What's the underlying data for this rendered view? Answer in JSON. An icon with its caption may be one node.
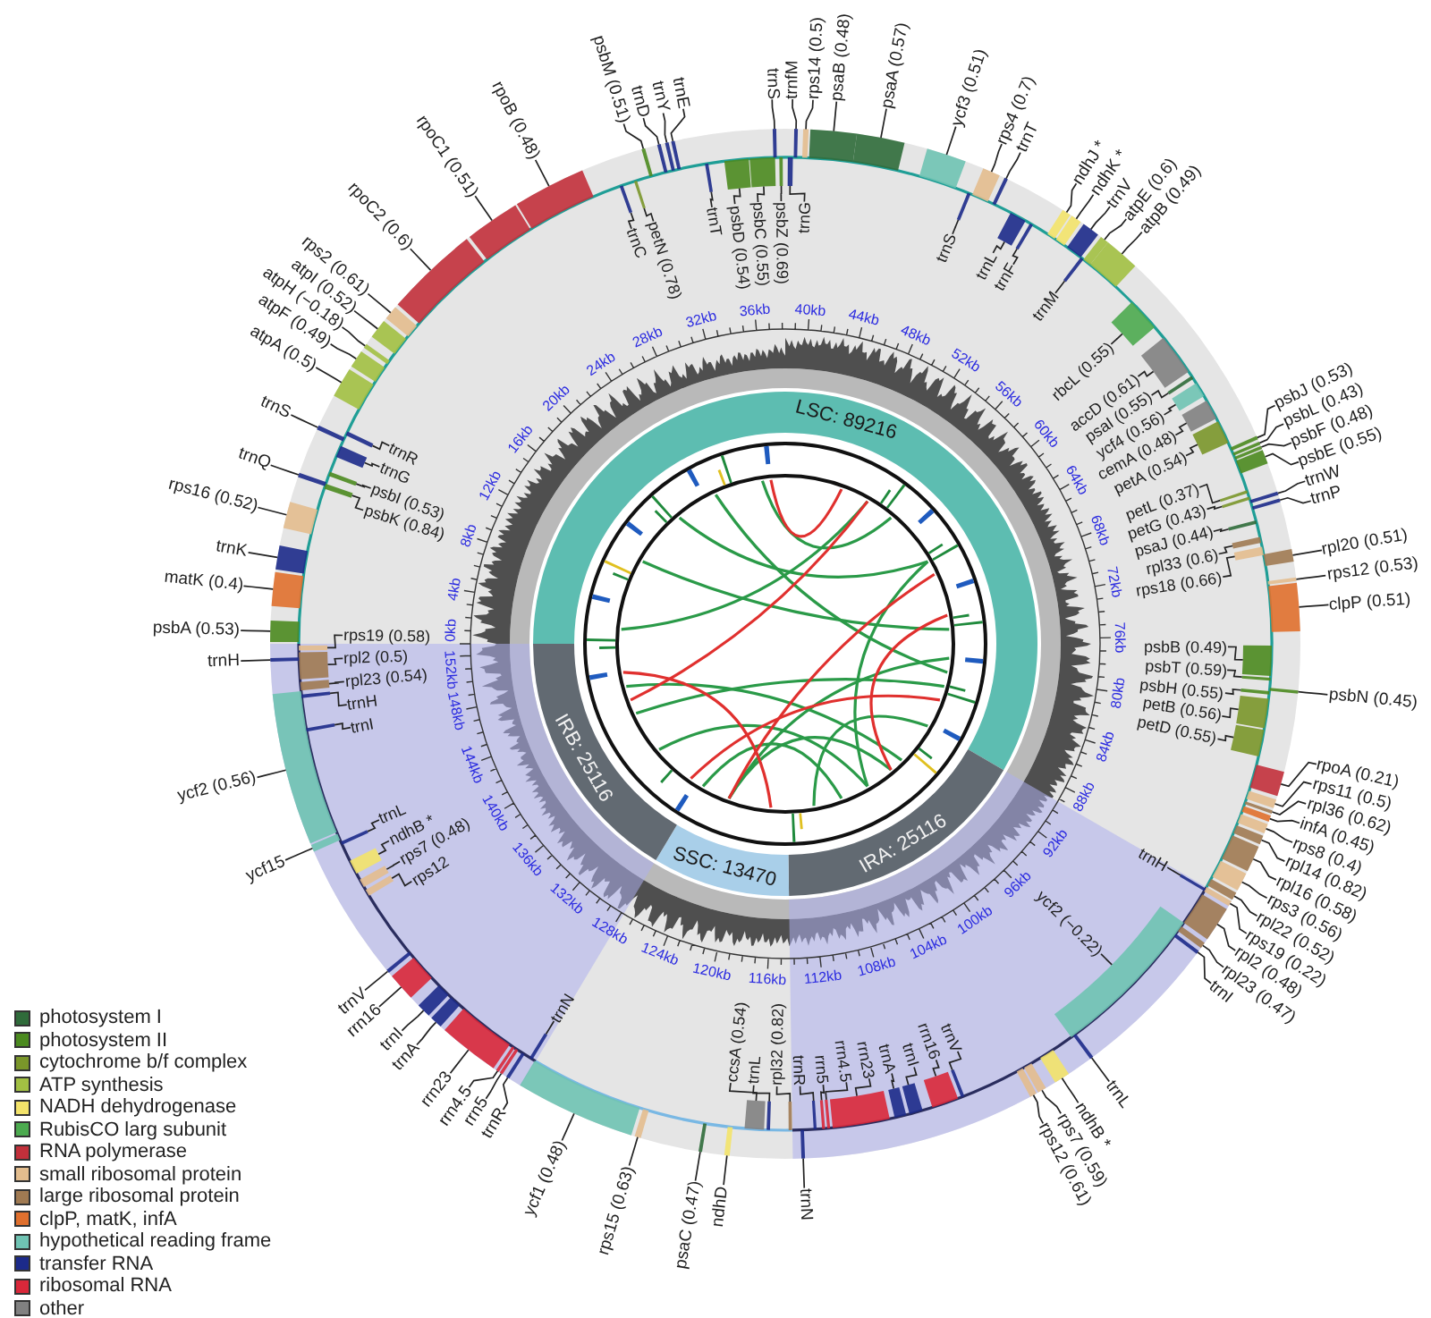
{
  "diagram": {
    "nodes": [
      {
        "text": [
          "LSC: 89216"
        ]
      },
      {
        "text": [
          "IRA: 25116"
        ]
      },
      {
        "text": [
          "SSC: 13470"
        ]
      },
      {
        "text": [
          "IRB: 25116"
        ]
      },
      {
        "text": [
          "psbA (0.53)"
        ]
      },
      {
        "text": [],
        "shape": "bar"
      },
      {
        "text": [
          "matK (0.4)"
        ]
      },
      {
        "text": [],
        "shape": "bar"
      },
      {
        "text": [
          "trnK"
        ]
      },
      {
        "text": [],
        "shape": "bar"
      },
      {
        "text": [
          "rps16 (0.52)"
        ]
      },
      {
        "text": [],
        "shape": "bar"
      },
      {
        "text": [
          "trnQ"
        ]
      },
      {
        "text": [],
        "shape": "bar"
      },
      {
        "text": [
          "psbK (0.84)"
        ]
      },
      {
        "text": [],
        "shape": "bar"
      },
      {
        "text": [
          "psbI (0.53)"
        ]
      },
      {
        "text": [],
        "shape": "bar"
      },
      {
        "text": [
          "trnG"
        ]
      },
      {
        "text": [],
        "shape": "bar"
      },
      {
        "text": [
          "trnS"
        ]
      },
      {
        "text": [],
        "shape": "bar"
      },
      {
        "text": [
          "trnR"
        ]
      },
      {
        "text": [],
        "shape": "bar"
      },
      {
        "text": [
          "atpA (0.5)"
        ]
      },
      {
        "text": [],
        "shape": "bar"
      },
      {
        "text": [
          "atpF (0.49)"
        ]
      },
      {
        "text": [],
        "shape": "bar"
      },
      {
        "text": [
          "atpH (−0.18)"
        ]
      },
      {
        "text": [],
        "shape": "bar"
      },
      {
        "text": [
          "atpI (0.52)"
        ]
      },
      {
        "text": [],
        "shape": "bar"
      },
      {
        "text": [
          "rps2 (0.61)"
        ]
      },
      {
        "text": [],
        "shape": "bar"
      },
      {
        "text": [
          "rpoC2 (0.6)"
        ]
      },
      {
        "text": [],
        "shape": "bar"
      },
      {
        "text": [
          "rpoC1 (0.51)"
        ]
      },
      {
        "text": [],
        "shape": "bar"
      },
      {
        "text": [
          "rpoB (0.48)"
        ]
      },
      {
        "text": [],
        "shape": "bar"
      },
      {
        "text": [
          "trnC"
        ]
      },
      {
        "text": [],
        "shape": "bar"
      },
      {
        "text": [
          "petN (0.78)"
        ]
      },
      {
        "text": [],
        "shape": "bar"
      },
      {
        "text": [
          "psbM (0.51)"
        ]
      },
      {
        "text": [],
        "shape": "bar"
      },
      {
        "text": [
          "trnD"
        ]
      },
      {
        "text": [],
        "shape": "bar"
      },
      {
        "text": [
          "trnY"
        ]
      },
      {
        "text": [],
        "shape": "bar"
      },
      {
        "text": [
          "trnE"
        ]
      },
      {
        "text": [],
        "shape": "bar"
      },
      {
        "text": [
          "trnT"
        ]
      },
      {
        "text": [],
        "shape": "bar"
      },
      {
        "text": [
          "psbD (0.54)"
        ]
      },
      {
        "text": [],
        "shape": "bar"
      },
      {
        "text": [
          "psbC (0.55)"
        ]
      },
      {
        "text": [],
        "shape": "bar"
      },
      {
        "text": [
          "trnS"
        ]
      },
      {
        "text": [],
        "shape": "bar"
      },
      {
        "text": [
          "psbZ (0.69)"
        ]
      },
      {
        "text": [],
        "shape": "bar"
      },
      {
        "text": [
          "trnG"
        ]
      },
      {
        "text": [],
        "shape": "bar"
      },
      {
        "text": [
          "trnfM"
        ]
      },
      {
        "text": [],
        "shape": "bar"
      },
      {
        "text": [
          "rps14 (0.5)"
        ]
      },
      {
        "text": [],
        "shape": "bar"
      },
      {
        "text": [
          "psaB (0.48)"
        ]
      },
      {
        "text": [],
        "shape": "bar"
      },
      {
        "text": [
          "psaA (0.57)"
        ]
      },
      {
        "text": [],
        "shape": "bar"
      },
      {
        "text": [
          "ycf3 (0.51)"
        ]
      },
      {
        "text": [],
        "shape": "bar"
      },
      {
        "text": [
          "trnS"
        ]
      },
      {
        "text": [],
        "shape": "bar"
      },
      {
        "text": [
          "rps4 (0.7)"
        ]
      },
      {
        "text": [],
        "shape": "bar"
      },
      {
        "text": [
          "trnT"
        ]
      },
      {
        "text": [],
        "shape": "bar"
      },
      {
        "text": [
          "trnL"
        ]
      },
      {
        "text": [],
        "shape": "bar"
      },
      {
        "text": [
          "trnF"
        ]
      },
      {
        "text": [],
        "shape": "bar"
      },
      {
        "text": [
          "ndhJ *"
        ]
      },
      {
        "text": [],
        "shape": "bar"
      },
      {
        "text": [
          "ndhK *"
        ]
      },
      {
        "text": [],
        "shape": "bar"
      },
      {
        "text": [
          "trnV"
        ]
      },
      {
        "text": [],
        "shape": "bar"
      },
      {
        "text": [
          "trnM"
        ]
      },
      {
        "text": [],
        "shape": "bar"
      },
      {
        "text": [
          "atpE (0.6)"
        ]
      },
      {
        "text": [],
        "shape": "bar"
      },
      {
        "text": [
          "atpB (0.49)"
        ]
      },
      {
        "text": [],
        "shape": "bar"
      },
      {
        "text": [
          "rbcL (0.55)"
        ]
      },
      {
        "text": [],
        "shape": "bar"
      },
      {
        "text": [
          "accD (0.61)"
        ]
      },
      {
        "text": [],
        "shape": "bar"
      },
      {
        "text": [
          "psaI (0.55)"
        ]
      },
      {
        "text": [],
        "shape": "bar"
      },
      {
        "text": [
          "ycf4 (0.56)"
        ]
      },
      {
        "text": [],
        "shape": "bar"
      },
      {
        "text": [
          "cemA (0.48)"
        ]
      },
      {
        "text": [],
        "shape": "bar"
      },
      {
        "text": [
          "petA (0.54)"
        ]
      },
      {
        "text": [],
        "shape": "bar"
      },
      {
        "text": [
          "psbJ (0.53)"
        ]
      },
      {
        "text": [],
        "shape": "bar"
      },
      {
        "text": [
          "psbL (0.43)"
        ]
      },
      {
        "text": [],
        "shape": "bar"
      },
      {
        "text": [
          "psbF (0.48)"
        ]
      },
      {
        "text": [],
        "shape": "bar"
      },
      {
        "text": [
          "psbE (0.55)"
        ]
      },
      {
        "text": [],
        "shape": "bar"
      },
      {
        "text": [
          "petL (0.37)"
        ]
      },
      {
        "text": [],
        "shape": "bar"
      },
      {
        "text": [
          "petG (0.43)"
        ]
      },
      {
        "text": [],
        "shape": "bar"
      },
      {
        "text": [
          "trnW"
        ]
      },
      {
        "text": [],
        "shape": "bar"
      },
      {
        "text": [
          "trnP"
        ]
      },
      {
        "text": [],
        "shape": "bar"
      },
      {
        "text": [
          "psaJ (0.44)"
        ]
      },
      {
        "text": [],
        "shape": "bar"
      },
      {
        "text": [
          "rpl33 (0.6)"
        ]
      },
      {
        "text": [],
        "shape": "bar"
      },
      {
        "text": [
          "rps18 (0.66)"
        ]
      },
      {
        "text": [],
        "shape": "bar"
      },
      {
        "text": [
          "rpl20 (0.51)"
        ]
      },
      {
        "text": [],
        "shape": "bar"
      },
      {
        "text": [
          "rps12 (0.53)"
        ]
      },
      {
        "text": [],
        "shape": "bar"
      },
      {
        "text": [
          "clpP (0.51)"
        ]
      },
      {
        "text": [],
        "shape": "bar"
      },
      {
        "text": [
          "psbB (0.49)"
        ]
      },
      {
        "text": [],
        "shape": "bar"
      },
      {
        "text": [
          "psbT (0.59)"
        ]
      },
      {
        "text": [],
        "shape": "bar"
      },
      {
        "text": [
          "psbN (0.45)"
        ]
      },
      {
        "text": [],
        "shape": "bar"
      },
      {
        "text": [
          "psbH (0.55)"
        ]
      },
      {
        "text": [],
        "shape": "bar"
      },
      {
        "text": [
          "petB (0.56)"
        ]
      },
      {
        "text": [],
        "shape": "bar"
      },
      {
        "text": [
          "petD (0.55)"
        ]
      },
      {
        "text": [],
        "shape": "bar"
      },
      {
        "text": [
          "rpoA (0.21)"
        ]
      },
      {
        "text": [],
        "shape": "bar"
      },
      {
        "text": [
          "rps11 (0.5)"
        ]
      },
      {
        "text": [],
        "shape": "bar"
      },
      {
        "text": [
          "rpl36 (0.62)"
        ]
      },
      {
        "text": [],
        "shape": "bar"
      },
      {
        "text": [
          "infA (0.45)"
        ]
      },
      {
        "text": [],
        "shape": "bar"
      },
      {
        "text": [
          "rps8 (0.4)"
        ]
      },
      {
        "text": [],
        "shape": "bar"
      },
      {
        "text": [
          "rpl14 (0.82)"
        ]
      },
      {
        "text": [],
        "shape": "bar"
      },
      {
        "text": [
          "rpl16 (0.58)"
        ]
      },
      {
        "text": [],
        "shape": "bar"
      },
      {
        "text": [
          "rps3 (0.56)"
        ]
      },
      {
        "text": [],
        "shape": "bar"
      },
      {
        "text": [
          "rpl22 (0.52)"
        ]
      },
      {
        "text": [],
        "shape": "bar"
      },
      {
        "text": [
          "rps19 (0.22)"
        ]
      },
      {
        "text": [],
        "shape": "bar"
      },
      {
        "text": [
          "trnH"
        ]
      },
      {
        "text": [],
        "shape": "bar"
      },
      {
        "text": [
          "rpl2 (0.48)"
        ]
      },
      {
        "text": [],
        "shape": "bar"
      },
      {
        "text": [
          "rpl23 (0.47)"
        ]
      },
      {
        "text": [],
        "shape": "bar"
      },
      {
        "text": [
          "trnI"
        ]
      },
      {
        "text": [],
        "shape": "bar"
      },
      {
        "text": [
          "ycf2 (−0.22)"
        ]
      },
      {
        "text": [],
        "shape": "bar"
      },
      {
        "text": [
          "trnL"
        ]
      },
      {
        "text": [],
        "shape": "bar"
      },
      {
        "text": [
          "ndhB *"
        ]
      },
      {
        "text": [],
        "shape": "bar"
      },
      {
        "text": [
          "rps7 (0.59)"
        ]
      },
      {
        "text": [],
        "shape": "bar"
      },
      {
        "text": [
          "rps12 (0.61)"
        ]
      },
      {
        "text": [],
        "shape": "bar"
      },
      {
        "text": [
          "trnV"
        ]
      },
      {
        "text": [],
        "shape": "bar"
      },
      {
        "text": [
          "rrn16"
        ]
      },
      {
        "text": [],
        "shape": "bar"
      },
      {
        "text": [
          "trnI"
        ]
      },
      {
        "text": [],
        "shape": "bar"
      },
      {
        "text": [
          "trnA"
        ]
      },
      {
        "text": [],
        "shape": "bar"
      },
      {
        "text": [
          "rrn23"
        ]
      },
      {
        "text": [],
        "shape": "bar"
      },
      {
        "text": [
          "rrn4.5"
        ]
      },
      {
        "text": [],
        "shape": "bar"
      },
      {
        "text": [
          "rrn5"
        ]
      },
      {
        "text": [],
        "shape": "bar"
      },
      {
        "text": [
          "trnR"
        ]
      },
      {
        "text": [],
        "shape": "bar"
      },
      {
        "text": [
          "trnN"
        ]
      },
      {
        "text": [],
        "shape": "bar"
      },
      {
        "text": [
          "rpl32 (0.82)"
        ]
      },
      {
        "text": [],
        "shape": "bar"
      },
      {
        "text": [
          "trnL"
        ]
      },
      {
        "text": [],
        "shape": "bar"
      },
      {
        "text": [
          "ccsA (0.54)"
        ]
      },
      {
        "text": [],
        "shape": "bar"
      },
      {
        "text": [
          "ndhD"
        ]
      },
      {
        "text": [],
        "shape": "bar"
      },
      {
        "text": [
          "psaC (0.47)"
        ]
      },
      {
        "text": [],
        "shape": "bar"
      },
      {
        "text": [
          "rps15 (0.63)"
        ]
      },
      {
        "text": [],
        "shape": "bar"
      },
      {
        "text": [
          "ycf1 (0.48)"
        ]
      },
      {
        "text": [],
        "shape": "bar"
      },
      {
        "text": [
          "trnN"
        ]
      },
      {
        "text": [],
        "shape": "bar"
      },
      {
        "text": [
          "trnR"
        ]
      },
      {
        "text": [],
        "shape": "bar"
      },
      {
        "text": [
          "rrn5"
        ]
      },
      {
        "text": [],
        "shape": "bar"
      },
      {
        "text": [
          "rrn4.5"
        ]
      },
      {
        "text": [],
        "shape": "bar"
      },
      {
        "text": [
          "rrn23"
        ]
      },
      {
        "text": [],
        "shape": "bar"
      },
      {
        "text": [
          "trnA"
        ]
      },
      {
        "text": [],
        "shape": "bar"
      },
      {
        "text": [
          "trnI"
        ]
      },
      {
        "text": [],
        "shape": "bar"
      },
      {
        "text": [
          "rrn16"
        ]
      },
      {
        "text": [],
        "shape": "bar"
      },
      {
        "text": [
          "trnV"
        ]
      },
      {
        "text": [],
        "shape": "bar"
      },
      {
        "text": [
          "rps12"
        ]
      },
      {
        "text": [],
        "shape": "bar"
      },
      {
        "text": [
          "rps7 (0.48)"
        ]
      },
      {
        "text": [],
        "shape": "bar"
      },
      {
        "text": [
          "ndhB *"
        ]
      },
      {
        "text": [],
        "shape": "bar"
      },
      {
        "text": [
          "trnL"
        ]
      },
      {
        "text": [],
        "shape": "bar"
      },
      {
        "text": [
          "ycf15"
        ]
      },
      {
        "text": [],
        "shape": "bar"
      },
      {
        "text": [
          "ycf2 (0.56)"
        ]
      },
      {
        "text": [],
        "shape": "bar"
      },
      {
        "text": [
          "trnI"
        ]
      },
      {
        "text": [],
        "shape": "bar"
      },
      {
        "text": [
          "trnH"
        ]
      },
      {
        "text": [],
        "shape": "bar"
      },
      {
        "text": [
          "rpl23 (0.54)"
        ]
      },
      {
        "text": [],
        "shape": "bar"
      },
      {
        "text": [
          "rpl2 (0.5)"
        ]
      },
      {
        "text": [],
        "shape": "bar"
      },
      {
        "text": [
          "rps19 (0.58)"
        ]
      },
      {
        "text": [],
        "shape": "bar"
      },
      {
        "text": [
          "trnH"
        ]
      },
      {
        "text": [],
        "shape": "bar"
      }
    ],
    "edges": [
      {
        "from": 4,
        "to": 5,
        "arrow": "none"
      },
      {
        "from": 6,
        "to": 7,
        "arrow": "none"
      },
      {
        "from": 8,
        "to": 9,
        "arrow": "none"
      },
      {
        "from": 10,
        "to": 11,
        "arrow": "none"
      },
      {
        "from": 12,
        "to": 13,
        "arrow": "none"
      },
      {
        "from": 14,
        "to": 15,
        "arrow": "none"
      },
      {
        "from": 16,
        "to": 17,
        "arrow": "none"
      },
      {
        "from": 18,
        "to": 19,
        "arrow": "none"
      },
      {
        "from": 20,
        "to": 21,
        "arrow": "none"
      },
      {
        "from": 22,
        "to": 23,
        "arrow": "none"
      },
      {
        "from": 24,
        "to": 25,
        "arrow": "none"
      },
      {
        "from": 26,
        "to": 27,
        "arrow": "none"
      },
      {
        "from": 28,
        "to": 29,
        "arrow": "none"
      },
      {
        "from": 30,
        "to": 31,
        "arrow": "none"
      },
      {
        "from": 32,
        "to": 33,
        "arrow": "none"
      },
      {
        "from": 34,
        "to": 35,
        "arrow": "none"
      },
      {
        "from": 36,
        "to": 37,
        "arrow": "none"
      },
      {
        "from": 38,
        "to": 39,
        "arrow": "none"
      },
      {
        "from": 40,
        "to": 41,
        "arrow": "none"
      },
      {
        "from": 42,
        "to": 43,
        "arrow": "none"
      },
      {
        "from": 44,
        "to": 45,
        "arrow": "none"
      },
      {
        "from": 46,
        "to": 47,
        "arrow": "none"
      },
      {
        "from": 48,
        "to": 49,
        "arrow": "none"
      },
      {
        "from": 50,
        "to": 51,
        "arrow": "none"
      },
      {
        "from": 52,
        "to": 53,
        "arrow": "none"
      },
      {
        "from": 54,
        "to": 55,
        "arrow": "none"
      },
      {
        "from": 56,
        "to": 57,
        "arrow": "none"
      },
      {
        "from": 58,
        "to": 59,
        "arrow": "none"
      },
      {
        "from": 60,
        "to": 61,
        "arrow": "none"
      },
      {
        "from": 62,
        "to": 63,
        "arrow": "none"
      },
      {
        "from": 64,
        "to": 65,
        "arrow": "none"
      },
      {
        "from": 66,
        "to": 67,
        "arrow": "none"
      },
      {
        "from": 68,
        "to": 69,
        "arrow": "none"
      },
      {
        "from": 70,
        "to": 71,
        "arrow": "none"
      },
      {
        "from": 72,
        "to": 73,
        "arrow": "none"
      },
      {
        "from": 74,
        "to": 75,
        "arrow": "none"
      },
      {
        "from": 76,
        "to": 77,
        "arrow": "none"
      },
      {
        "from": 78,
        "to": 79,
        "arrow": "none"
      },
      {
        "from": 80,
        "to": 81,
        "arrow": "none"
      },
      {
        "from": 82,
        "to": 83,
        "arrow": "none"
      },
      {
        "from": 84,
        "to": 85,
        "arrow": "none"
      },
      {
        "from": 86,
        "to": 87,
        "arrow": "none"
      },
      {
        "from": 88,
        "to": 89,
        "arrow": "none"
      },
      {
        "from": 90,
        "to": 91,
        "arrow": "none"
      },
      {
        "from": 92,
        "to": 93,
        "arrow": "none"
      },
      {
        "from": 94,
        "to": 95,
        "arrow": "none"
      },
      {
        "from": 96,
        "to": 97,
        "arrow": "none"
      },
      {
        "from": 98,
        "to": 99,
        "arrow": "none"
      },
      {
        "from": 100,
        "to": 101,
        "arrow": "none"
      },
      {
        "from": 102,
        "to": 103,
        "arrow": "none"
      },
      {
        "from": 104,
        "to": 105,
        "arrow": "none"
      },
      {
        "from": 106,
        "to": 107,
        "arrow": "none"
      },
      {
        "from": 108,
        "to": 109,
        "arrow": "none"
      },
      {
        "from": 110,
        "to": 111,
        "arrow": "none"
      },
      {
        "from": 112,
        "to": 113,
        "arrow": "none"
      },
      {
        "from": 114,
        "to": 115,
        "arrow": "none"
      },
      {
        "from": 116,
        "to": 117,
        "arrow": "none"
      },
      {
        "from": 118,
        "to": 119,
        "arrow": "none"
      },
      {
        "from": 120,
        "to": 121,
        "arrow": "none"
      },
      {
        "from": 122,
        "to": 123,
        "arrow": "none"
      },
      {
        "from": 124,
        "to": 125,
        "arrow": "none"
      },
      {
        "from": 126,
        "to": 127,
        "arrow": "none"
      },
      {
        "from": 128,
        "to": 129,
        "arrow": "none"
      },
      {
        "from": 130,
        "to": 131,
        "arrow": "none"
      },
      {
        "from": 132,
        "to": 133,
        "arrow": "none"
      },
      {
        "from": 134,
        "to": 135,
        "arrow": "none"
      },
      {
        "from": 136,
        "to": 137,
        "arrow": "none"
      },
      {
        "from": 138,
        "to": 139,
        "arrow": "none"
      },
      {
        "from": 140,
        "to": 141,
        "arrow": "none"
      },
      {
        "from": 142,
        "to": 143,
        "arrow": "none"
      },
      {
        "from": 144,
        "to": 145,
        "arrow": "none"
      },
      {
        "from": 146,
        "to": 147,
        "arrow": "none"
      },
      {
        "from": 148,
        "to": 149,
        "arrow": "none"
      },
      {
        "from": 150,
        "to": 151,
        "arrow": "none"
      },
      {
        "from": 152,
        "to": 153,
        "arrow": "none"
      },
      {
        "from": 154,
        "to": 155,
        "arrow": "none"
      },
      {
        "from": 156,
        "to": 157,
        "arrow": "none"
      },
      {
        "from": 158,
        "to": 159,
        "arrow": "none"
      },
      {
        "from": 160,
        "to": 161,
        "arrow": "none"
      },
      {
        "from": 162,
        "to": 163,
        "arrow": "none"
      },
      {
        "from": 164,
        "to": 165,
        "arrow": "none"
      },
      {
        "from": 166,
        "to": 167,
        "arrow": "none"
      },
      {
        "from": 168,
        "to": 169,
        "arrow": "none"
      },
      {
        "from": 170,
        "to": 171,
        "arrow": "none"
      },
      {
        "from": 172,
        "to": 173,
        "arrow": "none"
      },
      {
        "from": 174,
        "to": 175,
        "arrow": "none"
      },
      {
        "from": 176,
        "to": 177,
        "arrow": "none"
      },
      {
        "from": 178,
        "to": 179,
        "arrow": "none"
      },
      {
        "from": 180,
        "to": 181,
        "arrow": "none"
      },
      {
        "from": 182,
        "to": 183,
        "arrow": "none"
      },
      {
        "from": 184,
        "to": 185,
        "arrow": "none"
      },
      {
        "from": 186,
        "to": 187,
        "arrow": "none"
      },
      {
        "from": 188,
        "to": 189,
        "arrow": "none"
      },
      {
        "from": 190,
        "to": 191,
        "arrow": "none"
      },
      {
        "from": 192,
        "to": 193,
        "arrow": "none"
      },
      {
        "from": 194,
        "to": 195,
        "arrow": "none"
      },
      {
        "from": 196,
        "to": 197,
        "arrow": "none"
      },
      {
        "from": 198,
        "to": 199,
        "arrow": "none"
      },
      {
        "from": 200,
        "to": 201,
        "arrow": "none"
      },
      {
        "from": 202,
        "to": 203,
        "arrow": "none"
      },
      {
        "from": 204,
        "to": 205,
        "arrow": "none"
      },
      {
        "from": 206,
        "to": 207,
        "arrow": "none"
      },
      {
        "from": 208,
        "to": 209,
        "arrow": "none"
      },
      {
        "from": 210,
        "to": 211,
        "arrow": "none"
      },
      {
        "from": 212,
        "to": 213,
        "arrow": "none"
      },
      {
        "from": 214,
        "to": 215,
        "arrow": "none"
      },
      {
        "from": 216,
        "to": 217,
        "arrow": "none"
      },
      {
        "from": 218,
        "to": 219,
        "arrow": "none"
      },
      {
        "from": 220,
        "to": 221,
        "arrow": "none"
      },
      {
        "from": 222,
        "to": 223,
        "arrow": "none"
      },
      {
        "from": 224,
        "to": 225,
        "arrow": "none"
      },
      {
        "from": 226,
        "to": 227,
        "arrow": "none"
      },
      {
        "from": 228,
        "to": 229,
        "arrow": "none"
      },
      {
        "from": 230,
        "to": 231,
        "arrow": "none"
      },
      {
        "from": 232,
        "to": 233,
        "arrow": "none"
      },
      {
        "from": 234,
        "to": 235,
        "arrow": "none"
      },
      {
        "from": 236,
        "to": 237,
        "arrow": "none"
      },
      {
        "from": 238,
        "to": 239,
        "arrow": "none"
      },
      {
        "from": 240,
        "to": 241,
        "arrow": "none"
      },
      {
        "from": 242,
        "to": 243,
        "arrow": "none"
      },
      {
        "from": 244,
        "to": 245,
        "arrow": "none"
      },
      {
        "from": 246,
        "to": 247,
        "arrow": "none"
      },
      {
        "from": 248,
        "to": 249,
        "arrow": "none"
      },
      {
        "from": 250,
        "to": 251,
        "arrow": "none"
      },
      {
        "from": 252,
        "to": 253,
        "arrow": "none"
      },
      {
        "from": 254,
        "to": 255,
        "arrow": "none"
      },
      {
        "from": 256,
        "to": 257,
        "arrow": "none"
      },
      {
        "from": 258,
        "to": 259,
        "arrow": "none"
      }
    ],
    "labels": [
      "0kb",
      "4kb",
      "8kb",
      "12kb",
      "16kb",
      "20kb",
      "24kb",
      "28kb",
      "32kb",
      "36kb",
      "40kb",
      "44kb",
      "48kb",
      "52kb",
      "56kb",
      "60kb",
      "64kb",
      "68kb",
      "72kb",
      "76kb",
      "80kb",
      "84kb",
      "88kb",
      "92kb",
      "96kb",
      "100kb",
      "104kb",
      "108kb",
      "112kb",
      "116kb",
      "120kb",
      "124kb",
      "128kb",
      "132kb",
      "136kb",
      "140kb",
      "144kb",
      "148kb",
      "152kb"
    ],
    "legend": [
      {
        "text": "photosystem I",
        "color": "#2f6b3a"
      },
      {
        "text": "photosystem II",
        "color": "#4b8a1f"
      },
      {
        "text": "cytochrome b/f complex",
        "color": "#7a962a"
      },
      {
        "text": "ATP synthesis",
        "color": "#a2c043"
      },
      {
        "text": "NADH dehydrogenase",
        "color": "#f3e36a"
      },
      {
        "text": "RubisCO larg subunit",
        "color": "#4caa4f"
      },
      {
        "text": "RNA polymerase",
        "color": "#c2303b"
      },
      {
        "text": "small ribosomal protein",
        "color": "#e3bd8e"
      },
      {
        "text": "large ribosomal protein",
        "color": "#a07a52"
      },
      {
        "text": "clpP, matK, infA",
        "color": "#e0702e"
      },
      {
        "text": "hypothetical reading frame",
        "color": "#6fc3b3"
      },
      {
        "text": "transfer RNA",
        "color": "#1c2a8a"
      },
      {
        "text": "ribosomal RNA",
        "color": "#d9283a"
      },
      {
        "text": "other",
        "color": "#818181"
      }
    ]
  }
}
